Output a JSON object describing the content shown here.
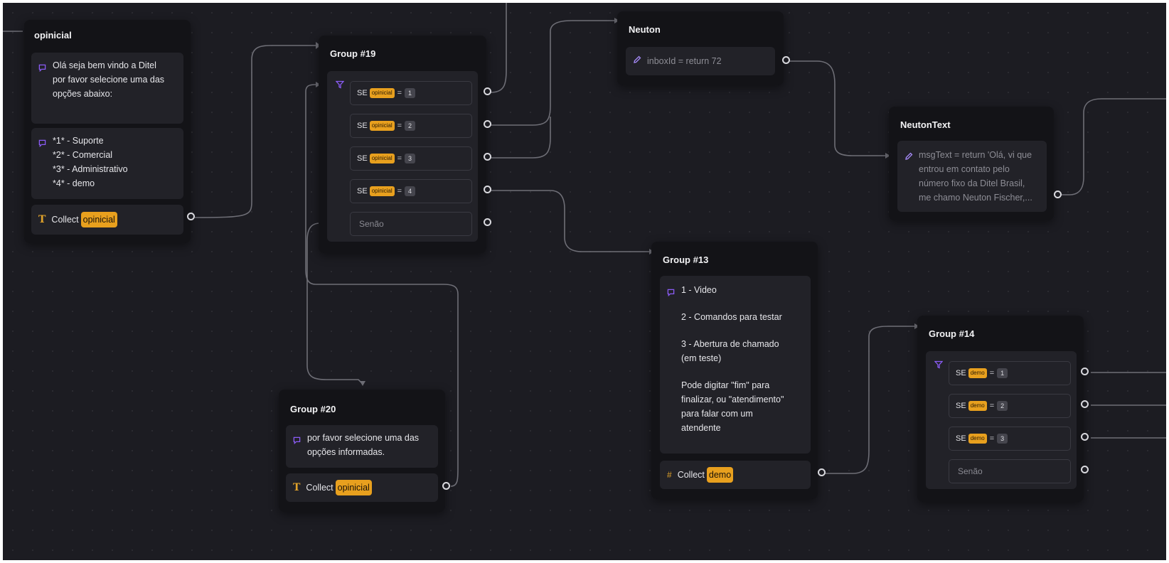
{
  "groups": {
    "opinicial": {
      "title": "opinicial",
      "message1": [
        "Olá seja bem vindo a Ditel",
        "por favor selecione uma das",
        "opções abaixo:"
      ],
      "message2": [
        "*1* - Suporte",
        "*2* - Comercial",
        "*3* - Administrativo",
        "*4* - demo"
      ],
      "collect_label": "Collect",
      "collect_var": "opinicial"
    },
    "group19": {
      "title": "Group #19",
      "conditions": [
        {
          "keyword": "SE",
          "var": "opinicial",
          "op": "=",
          "value": "1"
        },
        {
          "keyword": "SE",
          "var": "opinicial",
          "op": "=",
          "value": "2"
        },
        {
          "keyword": "SE",
          "var": "opinicial",
          "op": "=",
          "value": "3"
        },
        {
          "keyword": "SE",
          "var": "opinicial",
          "op": "=",
          "value": "4"
        }
      ],
      "else_label": "Senão"
    },
    "neuton": {
      "title": "Neuton",
      "set_text": "inboxId = return 72"
    },
    "neutontext": {
      "title": "NeutonText",
      "set_lines": [
        "msgText = return 'Olá, vi que",
        "entrou em contato pelo",
        "número fixo da Ditel Brasil,",
        "me chamo Neuton Fischer,..."
      ]
    },
    "group13": {
      "title": "Group #13",
      "message": [
        "1 - Video",
        "2 - Comandos para testar",
        "3 - Abertura de chamado",
        "(em teste)",
        "Pode digitar \"fim\" para",
        "finalizar, ou \"atendimento\"",
        "para falar com um",
        "atendente"
      ],
      "collect_label": "Collect",
      "collect_var": "demo"
    },
    "group14": {
      "title": "Group #14",
      "conditions": [
        {
          "keyword": "SE",
          "var": "demo",
          "op": "=",
          "value": "1"
        },
        {
          "keyword": "SE",
          "var": "demo",
          "op": "=",
          "value": "2"
        },
        {
          "keyword": "SE",
          "var": "demo",
          "op": "=",
          "value": "3"
        }
      ],
      "else_label": "Senão"
    },
    "group20": {
      "title": "Group #20",
      "message": [
        "por favor selecione uma das",
        "opções informadas."
      ],
      "collect_label": "Collect",
      "collect_var": "opinicial"
    }
  },
  "colors": {
    "canvas": "#1c1c22",
    "group": "#131317",
    "block": "#222228",
    "accent_pill": "#e8a01e",
    "icon_purple": "#8b5cf6",
    "edge": "#6e6e76"
  },
  "icons": {
    "message": "chat-bubble-icon",
    "collect_text": "text-t-icon",
    "collect_number": "hash-icon",
    "condition": "funnel-icon",
    "set_variable": "pencil-icon"
  }
}
